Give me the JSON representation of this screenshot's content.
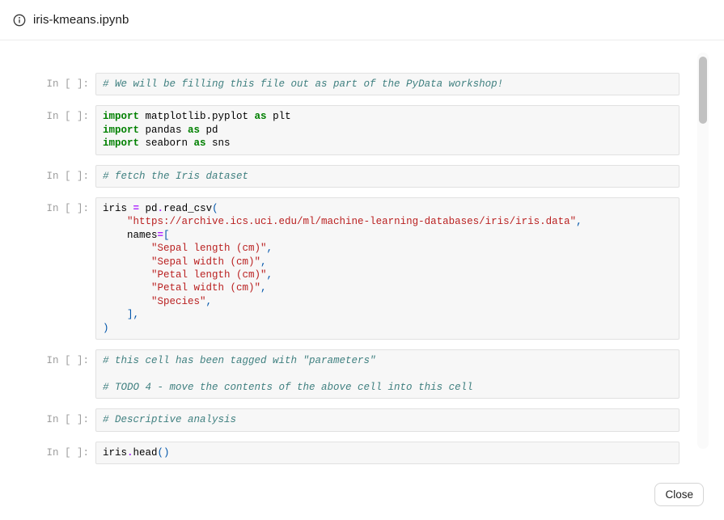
{
  "window": {
    "title": "iris-kmeans.ipynb",
    "close_label": "Close"
  },
  "colors": {
    "keyword": "#008000",
    "comment": "#408080",
    "string": "#ba2121",
    "operator": "#aa22ff",
    "punctuation": "#0055aa",
    "prompt_text": "#9d9d9d",
    "cell_background": "#f7f7f7",
    "cell_border": "#e1e1e1",
    "header_border": "#ececec",
    "scrollbar_thumb": "#c1c1c1"
  },
  "notebook": {
    "prompt": "In [ ]:",
    "cells": [
      {
        "lines": [
          [
            {
              "s": "c",
              "t": "# We will be filling this file out as part of the PyData workshop!"
            }
          ]
        ]
      },
      {
        "lines": [
          [
            {
              "s": "k",
              "t": "import"
            },
            {
              "s": "p",
              "t": " matplotlib.pyplot "
            },
            {
              "s": "k",
              "t": "as"
            },
            {
              "s": "p",
              "t": " plt"
            }
          ],
          [
            {
              "s": "k",
              "t": "import"
            },
            {
              "s": "p",
              "t": " pandas "
            },
            {
              "s": "k",
              "t": "as"
            },
            {
              "s": "p",
              "t": " pd"
            }
          ],
          [
            {
              "s": "k",
              "t": "import"
            },
            {
              "s": "p",
              "t": " seaborn "
            },
            {
              "s": "k",
              "t": "as"
            },
            {
              "s": "p",
              "t": " sns"
            }
          ]
        ]
      },
      {
        "lines": [
          [
            {
              "s": "c",
              "t": "# fetch the Iris dataset"
            }
          ]
        ]
      },
      {
        "lines": [
          [
            {
              "s": "p",
              "t": "iris "
            },
            {
              "s": "o",
              "t": "="
            },
            {
              "s": "p",
              "t": " pd"
            },
            {
              "s": "o",
              "t": "."
            },
            {
              "s": "p",
              "t": "read_csv"
            },
            {
              "s": "u",
              "t": "("
            }
          ],
          [
            {
              "s": "p",
              "t": "    "
            },
            {
              "s": "s",
              "t": "\"https://archive.ics.uci.edu/ml/machine-learning-databases/iris/iris.data\""
            },
            {
              "s": "u",
              "t": ","
            }
          ],
          [
            {
              "s": "p",
              "t": "    names"
            },
            {
              "s": "o",
              "t": "="
            },
            {
              "s": "u",
              "t": "["
            }
          ],
          [
            {
              "s": "p",
              "t": "        "
            },
            {
              "s": "s",
              "t": "\"Sepal length (cm)\""
            },
            {
              "s": "u",
              "t": ","
            }
          ],
          [
            {
              "s": "p",
              "t": "        "
            },
            {
              "s": "s",
              "t": "\"Sepal width (cm)\""
            },
            {
              "s": "u",
              "t": ","
            }
          ],
          [
            {
              "s": "p",
              "t": "        "
            },
            {
              "s": "s",
              "t": "\"Petal length (cm)\""
            },
            {
              "s": "u",
              "t": ","
            }
          ],
          [
            {
              "s": "p",
              "t": "        "
            },
            {
              "s": "s",
              "t": "\"Petal width (cm)\""
            },
            {
              "s": "u",
              "t": ","
            }
          ],
          [
            {
              "s": "p",
              "t": "        "
            },
            {
              "s": "s",
              "t": "\"Species\""
            },
            {
              "s": "u",
              "t": ","
            }
          ],
          [
            {
              "s": "p",
              "t": "    "
            },
            {
              "s": "u",
              "t": "],"
            }
          ],
          [
            {
              "s": "u",
              "t": ")"
            }
          ]
        ]
      },
      {
        "lines": [
          [
            {
              "s": "c",
              "t": "# this cell has been tagged with \"parameters\""
            }
          ],
          [],
          [
            {
              "s": "c",
              "t": "# TODO 4 - move the contents of the above cell into this cell"
            }
          ]
        ]
      },
      {
        "lines": [
          [
            {
              "s": "c",
              "t": "# Descriptive analysis"
            }
          ]
        ]
      },
      {
        "lines": [
          [
            {
              "s": "p",
              "t": "iris"
            },
            {
              "s": "o",
              "t": "."
            },
            {
              "s": "p",
              "t": "head"
            },
            {
              "s": "u",
              "t": "()"
            }
          ]
        ]
      }
    ]
  }
}
